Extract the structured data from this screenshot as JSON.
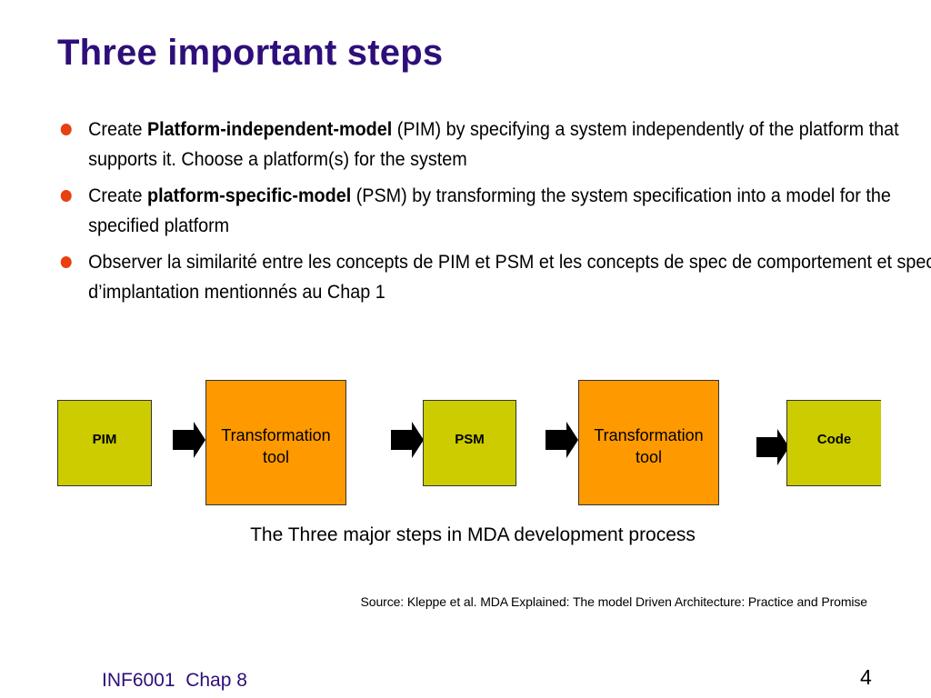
{
  "slide": {
    "title": "Three important steps",
    "bullets": [
      {
        "prefix": "Create ",
        "bold": "Platform-independent-model",
        "suffix": " (PIM) by specifying a system independently of the platform that supports it. Choose a platform(s) for the system"
      },
      {
        "prefix": "Create ",
        "bold": "platform-specific-model",
        "suffix": " (PSM) by transforming the system specification into a model for the specified platform"
      },
      {
        "text": "Observer la similarité entre les concepts de PIM et PSM et les concepts de spec de comportement et spec d’implantation mentionnés au Chap 1"
      }
    ],
    "bullet_color": "#e8400f",
    "title_color": "#2e0f7a"
  },
  "diagram": {
    "nodes": [
      {
        "label": "PIM",
        "kind": "model",
        "color": "#cccc00"
      },
      {
        "label": "Transformation tool",
        "kind": "tool",
        "color": "#ff9900"
      },
      {
        "label": "PSM",
        "kind": "model",
        "color": "#cccc00"
      },
      {
        "label": "Transformation tool",
        "kind": "tool",
        "color": "#ff9900"
      },
      {
        "label": "Code",
        "kind": "model",
        "color": "#cccc00"
      }
    ],
    "caption": "The Three major steps in MDA development process",
    "source": "Source: Kleppe et al.  MDA Explained:  The model Driven Architecture: Practice and Promise"
  },
  "footer": {
    "course": "INF6001  Chap 8",
    "page_number": "4"
  }
}
